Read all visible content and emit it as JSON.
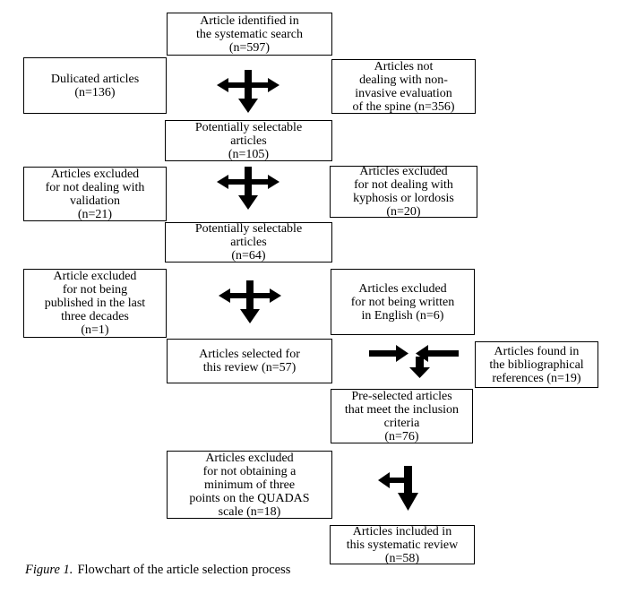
{
  "figure": {
    "caption_label": "Figure 1.",
    "caption_text": "Flowchart of the article selection process"
  },
  "colors": {
    "background": "#ffffff",
    "box_border": "#000000",
    "text": "#000000",
    "arrow": "#000000"
  },
  "boxes": {
    "identified": {
      "text": "Article identified in\nthe systematic search\n(n=597)"
    },
    "duplicated": {
      "text": "Dulicated articles\n(n=136)"
    },
    "noninvasive": {
      "text": "Articles not\ndealing with non-\ninvasive evaluation\nof the spine (n=356)"
    },
    "sel105": {
      "text": "Potentially selectable\narticles\n(n=105)"
    },
    "validation": {
      "text": "Articles excluded\nfor not dealing with\nvalidation\n(n=21)"
    },
    "kyphosis": {
      "text": "Articles excluded\nfor not dealing with\nkyphosis or lordosis\n(n=20)"
    },
    "sel64": {
      "text": "Potentially selectable\narticles\n(n=64)"
    },
    "published": {
      "text": "Article excluded\nfor not being\npublished in the last\nthree decades\n(n=1)"
    },
    "english": {
      "text": "Articles excluded\nfor not being written\nin English (n=6)"
    },
    "selected": {
      "text": "Articles selected for\nthis review (n=57)"
    },
    "biblio": {
      "text": "Articles found in\nthe bibliographical\nreferences (n=19)"
    },
    "preselected": {
      "text": "Pre-selected articles\nthat meet the inclusion\ncriteria\n(n=76)"
    },
    "quadas": {
      "text": "Articles excluded\nfor not obtaining a\nminimum of three\npoints on the QUADAS\nscale (n=18)"
    },
    "included": {
      "text": "Articles included in\nthis systematic review\n(n=58)"
    }
  },
  "arrows": [
    {
      "name": "split-left-right-down-arrow"
    },
    {
      "name": "split-left-right-down-arrow"
    },
    {
      "name": "split-left-right-down-arrow"
    },
    {
      "name": "merge-down-arrow"
    },
    {
      "name": "branch-left-down-arrow"
    }
  ]
}
